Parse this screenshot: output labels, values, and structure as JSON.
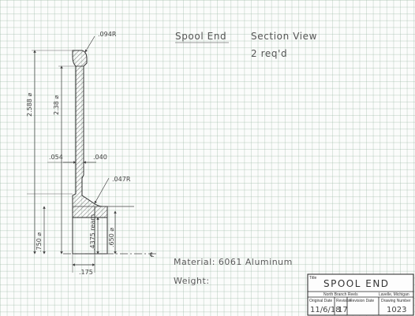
{
  "drawing": {
    "heading_part": "Spool End",
    "heading_view": "Section View",
    "quantity": "2 req'd",
    "material": "Material: 6061 Aluminum",
    "weight": "Weight:"
  },
  "dimensions": {
    "radius_top": ".094R",
    "dia_outer": "2.588 ⌀",
    "dia_inner": "2.38 ⌀",
    "thickness_left": ".054",
    "thickness_right": ".040",
    "radius_fillet": ".047R",
    "dia_bottom": ".750 ⌀",
    "bore_ream": ".4375 ream",
    "dia_hub": ".650 ⌀",
    "hub_length": ".175",
    "centerline": "℄"
  },
  "title_block": {
    "title_label": "Title",
    "title": "SPOOL END",
    "company": "North Branch Reels",
    "location": "Lavelle, Michigan",
    "original_date_label": "Original Date",
    "original_date": "11/6/18",
    "revision_label": "Revision",
    "revision": "17",
    "revision_date_label": "Revision Date",
    "revision_date": "",
    "drawing_number_label": "Drawing Number",
    "drawing_number": "1023"
  }
}
